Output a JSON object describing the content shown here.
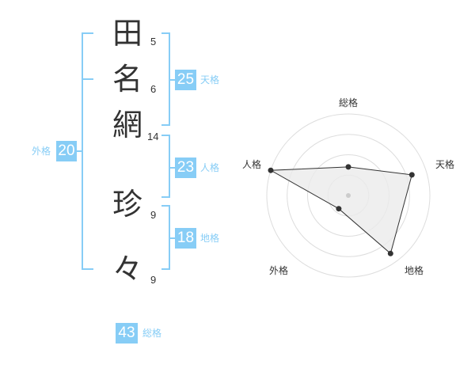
{
  "name": {
    "characters": [
      {
        "char": "田",
        "strokes": "5"
      },
      {
        "char": "名",
        "strokes": "6"
      },
      {
        "char": "網",
        "strokes": "14"
      },
      {
        "char": "珍",
        "strokes": "9"
      },
      {
        "char": "々",
        "strokes": "9"
      }
    ]
  },
  "fortunes": {
    "tenkaku": {
      "value": "25",
      "label": "天格"
    },
    "jinkaku": {
      "value": "23",
      "label": "人格"
    },
    "chikaku": {
      "value": "18",
      "label": "地格"
    },
    "gaikaku": {
      "value": "20",
      "label": "外格"
    },
    "soukaku": {
      "value": "43",
      "label": "総格"
    }
  },
  "radar": {
    "axes": [
      "総格",
      "天格",
      "地格",
      "外格",
      "人格"
    ],
    "values": [
      0.35,
      0.82,
      0.88,
      0.2,
      1.0
    ],
    "rings": 4,
    "colors": {
      "grid": "#dddddd",
      "fill": "#ebebeb",
      "line": "#333333",
      "center": "#cccccc"
    }
  },
  "colors": {
    "accent": "#87cdf6",
    "text": "#333333"
  }
}
